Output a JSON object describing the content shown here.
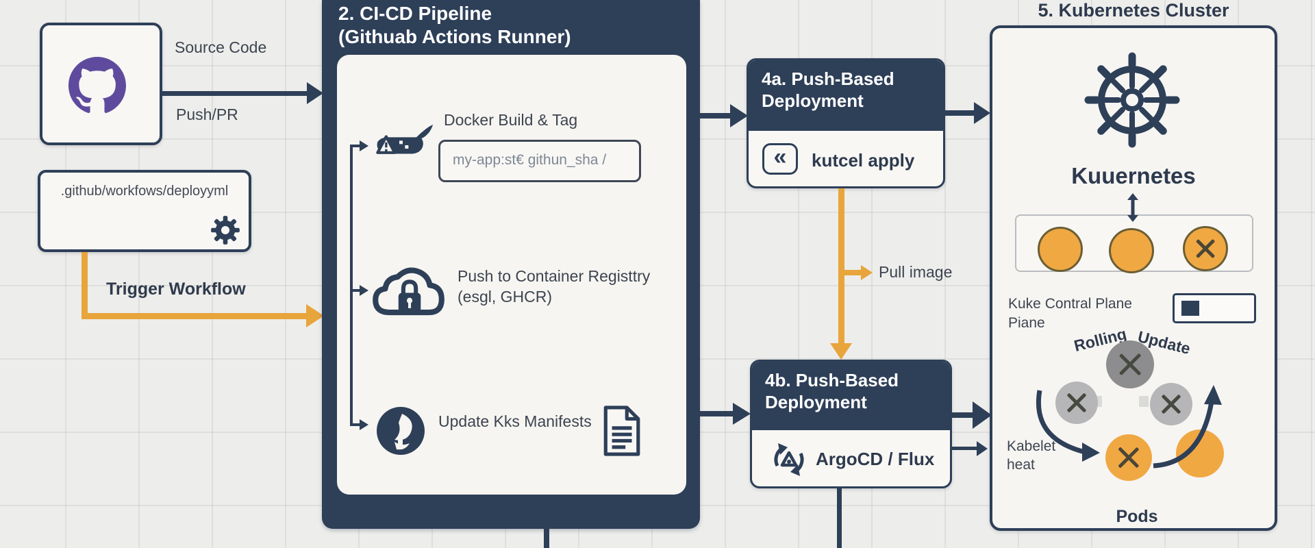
{
  "source_repo": {
    "source_code_label": "Source Code",
    "push_pr_label": "Push/PR"
  },
  "workflow_file": {
    "path": ".github/workfows/deployyml"
  },
  "trigger_label": "Trigger Workflow",
  "pipeline": {
    "title_line1": "2. CI-CD Pipeline",
    "title_line2": "(Githuab Actions Runner)",
    "step_docker": {
      "label": "Docker Build & Tag",
      "tag_value": "my-app:st€ githun_sha /"
    },
    "step_registry": {
      "label_line1": "Push to Container Registtry",
      "label_line2": "(esgl, GHCR)"
    },
    "step_manifests": {
      "label": "Update Kks Manifests"
    }
  },
  "deployment_a": {
    "title_line1": "4a. Push-Based",
    "title_line2": "Deployment",
    "command": "kutcel apply",
    "icon_glyph": "«"
  },
  "pull_image_label": "Pull image",
  "deployment_b": {
    "title_line1": "4b. Push-Based",
    "title_line2": "Deployment",
    "command": "ArgoCD / Flux"
  },
  "cluster": {
    "title": "5. Kubernetes Cluster",
    "kubernetes_label": "Kuuernetes",
    "control_plane_line1": "Kuke Contral Plane",
    "control_plane_line2": "Piane",
    "rolling_update_word1": "Rolling",
    "rolling_update_word2": "Update",
    "kubelet_line1": "Kabelet",
    "kubelet_line2": "heat",
    "pods_label": "Pods"
  },
  "colors": {
    "navy": "#2e3f58",
    "arrow_yellow": "#e8a53c",
    "pod_orange": "#f0a843",
    "github_purple": "#5e4b9d",
    "panel_white": "#f8f7f4",
    "background": "#ededeb",
    "gray_pod_dark": "#8d8d8f",
    "gray_pod_light": "#b6b6b9"
  }
}
